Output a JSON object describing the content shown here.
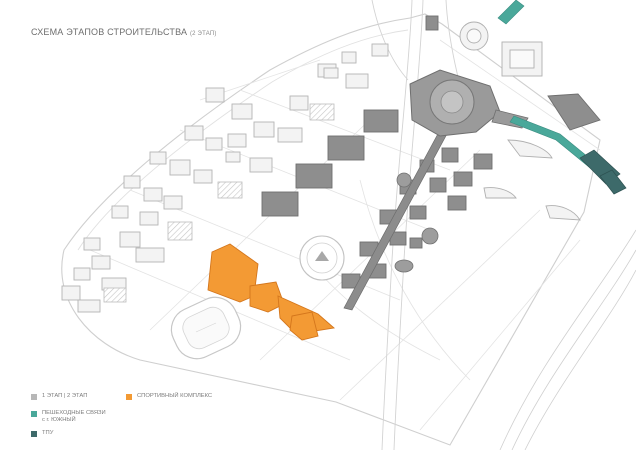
{
  "title": {
    "text": "СХЕМА ЭТАПОВ СТРОИТЕЛЬСТВА",
    "stage": "(2 ЭТАП)"
  },
  "legend": {
    "stages": {
      "label": "1 ЭТАП | 2 ЭТАП",
      "color": "#b7b7b7"
    },
    "sports": {
      "label": "СПОРТИВНЫЙ КОМПЛЕКС",
      "color": "#f39a34"
    },
    "pedestrian": {
      "line1": "ПЕШЕХОДНЫЕ СВЯЗИ",
      "line2": "с г. ЮЖНЫЙ",
      "color": "#4aa89a"
    },
    "tpu": {
      "label": "ТПУ",
      "color": "#3d6a6a"
    }
  },
  "colors": {
    "building_light": "#f2f2f2",
    "building_dark": "#8f8f8f",
    "sports": "#f39a34",
    "pedestrian": "#4aa89a",
    "tpu": "#3d6a6a"
  }
}
